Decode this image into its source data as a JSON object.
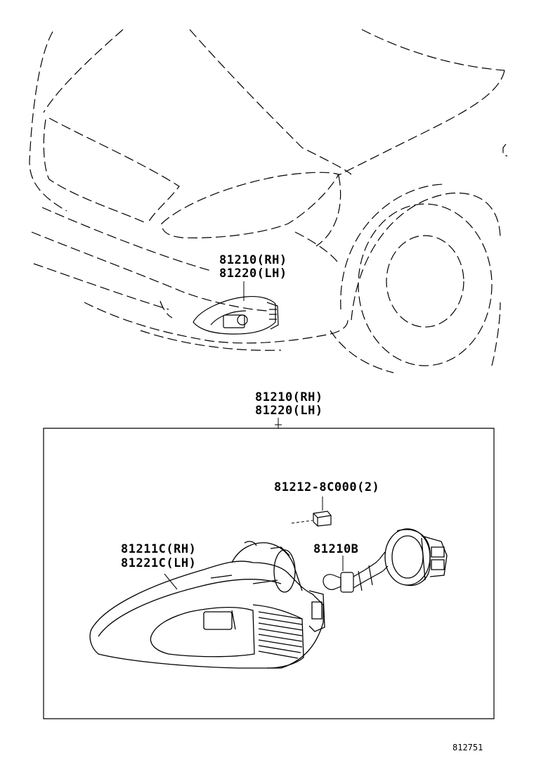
{
  "labels": {
    "car_rh": "81210(RH)",
    "car_lh": "81220(LH)",
    "box_rh": "81210(RH)",
    "box_lh": "81220(LH)",
    "bulb_part": "81212-8C000(2)",
    "lens_rh": "81211C(RH)",
    "lens_lh": "81221C(LH)",
    "socket": "81210B",
    "illustration_id": "812751"
  }
}
